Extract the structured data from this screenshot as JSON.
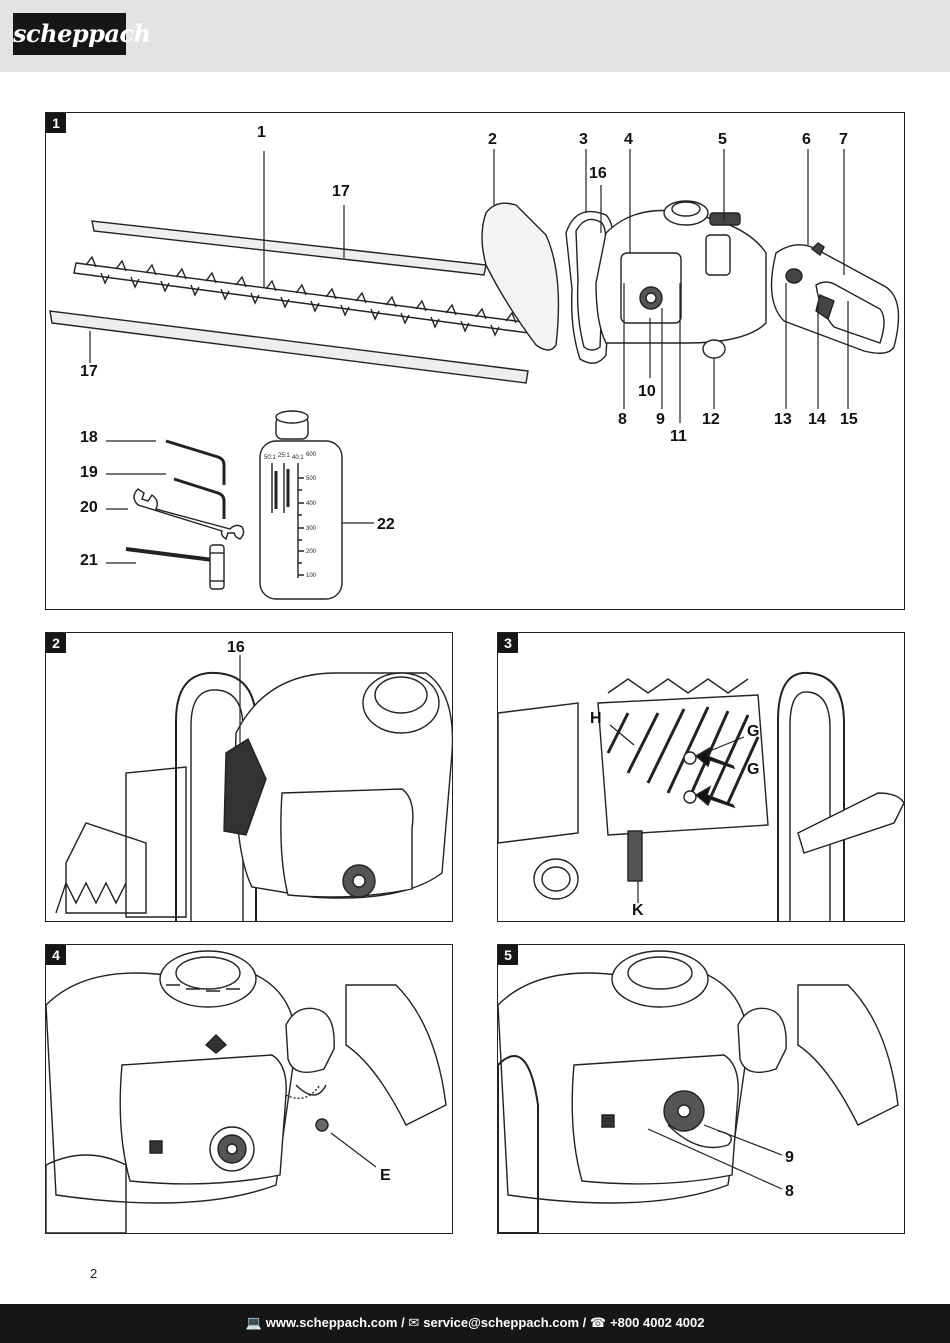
{
  "brand": {
    "logo_text": "scheppach"
  },
  "figures": [
    {
      "tag": "1",
      "callouts": [
        "1",
        "2",
        "3",
        "4",
        "5",
        "6",
        "7",
        "16",
        "17",
        "17",
        "10",
        "8",
        "9",
        "11",
        "12",
        "13",
        "14",
        "15",
        "18",
        "19",
        "20",
        "21",
        "22"
      ],
      "bottle_scale": [
        "600",
        "500",
        "400",
        "300",
        "200",
        "100"
      ],
      "bottle_ratios": [
        "50:1",
        "25:1",
        "40:1"
      ]
    },
    {
      "tag": "2",
      "callouts": [
        "16"
      ]
    },
    {
      "tag": "3",
      "callouts": [
        "H",
        "G",
        "G",
        "K"
      ]
    },
    {
      "tag": "4",
      "callouts": [
        "E"
      ]
    },
    {
      "tag": "5",
      "callouts": [
        "9",
        "8"
      ]
    }
  ],
  "page": {
    "number": "2"
  },
  "footer": {
    "website_icon": "computer-icon",
    "website": "www.scheppach.com",
    "separator": "/",
    "email_icon": "mail-icon",
    "email": "service@scheppach.com",
    "phone_icon": "phone-icon",
    "phone": "+800 4002 4002"
  }
}
